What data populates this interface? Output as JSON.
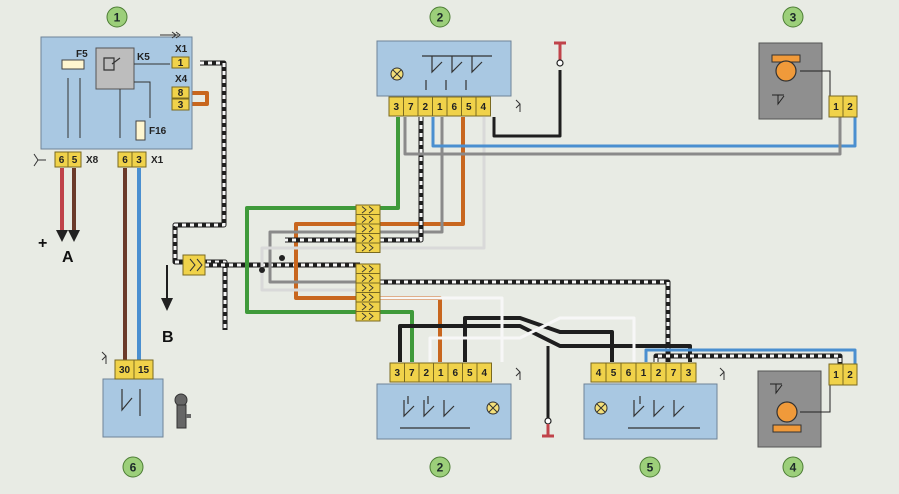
{
  "diagram": {
    "callouts": [
      "1",
      "2",
      "3",
      "2",
      "5",
      "4",
      "6"
    ],
    "relay_block": {
      "fuse_left": "F5",
      "relay": "K5",
      "fuse_bottom": "F16",
      "conn_x1_top": "X1",
      "conn_x4": "X4",
      "conn_x8": "X8",
      "conn_x1_bottom": "X1",
      "pin_x1_top": "1",
      "pins_x4": [
        "8",
        "3"
      ],
      "pins_x8": [
        "6",
        "5"
      ],
      "pins_x1_bottom": [
        "6",
        "3"
      ]
    },
    "switch_top_pins": [
      "3",
      "7",
      "2",
      "1",
      "6",
      "5",
      "4"
    ],
    "switch_bottom_pins": [
      "3",
      "7",
      "2",
      "1",
      "6",
      "5",
      "4"
    ],
    "switch_right_pins": [
      "4",
      "5",
      "6",
      "1",
      "2",
      "7",
      "3"
    ],
    "motor_top_pins": [
      "1",
      "2"
    ],
    "motor_bottom_pins": [
      "1",
      "2"
    ],
    "ignition_pins": [
      "30",
      "15"
    ],
    "labels": {
      "plus": "+",
      "a": "A",
      "b": "B"
    },
    "colors": {
      "box": "#a9c8e2",
      "pin": "#f0d24a",
      "motor": "#8f8f8f",
      "wire_black": "#1e1e1e",
      "wire_blue": "#4a8fd0",
      "wire_green": "#3f9a3a",
      "wire_orange": "#c8661e",
      "wire_red": "#c0434a",
      "wire_brown": "#6b3a2a",
      "wire_white": "#f7f7f7",
      "wire_grey": "#8a8a8a"
    },
    "icons": [
      "lamp-icon",
      "ground-icon",
      "key-icon",
      "motor-icon",
      "connector-block-icon"
    ]
  }
}
